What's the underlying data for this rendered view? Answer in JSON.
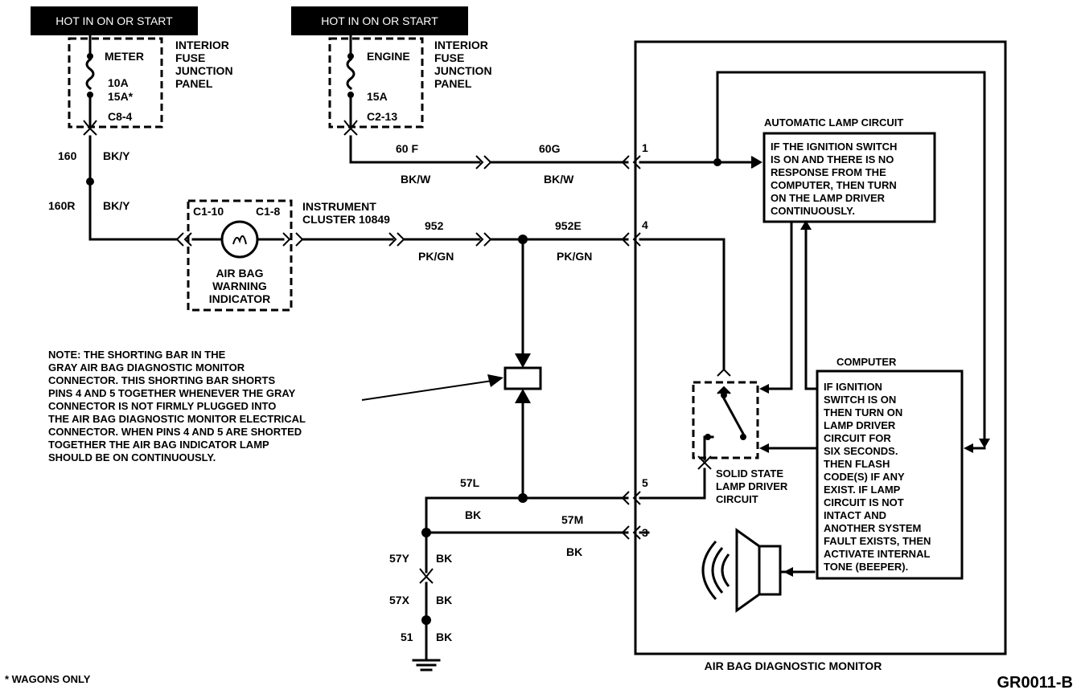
{
  "fuse_left": {
    "header": "HOT IN ON OR START",
    "circuit": "METER",
    "rating": "10A",
    "rating_alt": "15A*",
    "connector": "C8-4",
    "panel_label": [
      "INTERIOR",
      "FUSE",
      "JUNCTION",
      "PANEL"
    ]
  },
  "fuse_right": {
    "header": "HOT IN ON OR START",
    "circuit": "ENGINE",
    "rating": "15A",
    "connector": "C2-13",
    "panel_label": [
      "INTERIOR",
      "FUSE",
      "JUNCTION",
      "PANEL"
    ]
  },
  "wires": {
    "w160": "160",
    "w160_color": "BK/Y",
    "w160r": "160R",
    "w160r_color": "BK/Y",
    "w60f": "60 F",
    "w60f_color": "BK/W",
    "w60g": "60G",
    "w60g_color": "BK/W",
    "w952": "952",
    "w952_color": "PK/GN",
    "w952e": "952E",
    "w952e_color": "PK/GN",
    "w57l": "57L",
    "w57l_color": "BK",
    "w57m": "57M",
    "w57m_color": "BK",
    "w57y": "57Y",
    "w57y_color": "BK",
    "w57x": "57X",
    "w57x_color": "BK",
    "w51": "51",
    "w51_color": "BK"
  },
  "indicator": {
    "conn_left": "C1-10",
    "conn_right": "C1-8",
    "label": [
      "AIR BAG",
      "WARNING",
      "INDICATOR"
    ],
    "cluster": [
      "INSTRUMENT",
      "CLUSTER 10849"
    ]
  },
  "note": [
    "NOTE:   THE SHORTING BAR IN THE",
    "GRAY AIR BAG DIAGNOSTIC MONITOR",
    "CONNECTOR. THIS SHORTING BAR SHORTS",
    "PINS 4 AND 5 TOGETHER WHENEVER THE GRAY",
    "CONNECTOR IS NOT FIRMLY PLUGGED INTO",
    "THE AIR BAG DIAGNOSTIC MONITOR ELECTRICAL",
    "CONNECTOR. WHEN PINS 4 AND 5 ARE SHORTED",
    "TOGETHER THE AIR BAG INDICATOR LAMP",
    "SHOULD BE ON CONTINUOUSLY."
  ],
  "monitor": {
    "title": "AIR BAG DIAGNOSTIC MONITOR",
    "pin1": "1",
    "pin4": "4",
    "pin5": "5",
    "pin3": "3",
    "lamp_circuit_title": "AUTOMATIC LAMP CIRCUIT",
    "lamp_circuit_text": [
      "IF THE IGNITION SWITCH",
      "IS ON AND THERE IS NO",
      "RESPONSE FROM THE",
      "COMPUTER, THEN TURN",
      "ON THE LAMP DRIVER",
      "CONTINUOUSLY."
    ],
    "computer_title": "COMPUTER",
    "computer_text": [
      "IF IGNITION",
      "SWITCH IS ON",
      "THEN TURN ON",
      "LAMP DRIVER",
      "CIRCUIT FOR",
      "SIX SECONDS.",
      "THEN FLASH",
      "CODE(S) IF ANY",
      "EXIST. IF LAMP",
      "CIRCUIT IS NOT",
      "INTACT AND",
      "ANOTHER SYSTEM",
      "FAULT EXISTS, THEN",
      "ACTIVATE INTERNAL",
      "TONE (BEEPER)."
    ],
    "driver_label": [
      "SOLID STATE",
      "LAMP DRIVER",
      "CIRCUIT"
    ]
  },
  "footnote": "* WAGONS ONLY",
  "diagram_id": "GR0011-B"
}
